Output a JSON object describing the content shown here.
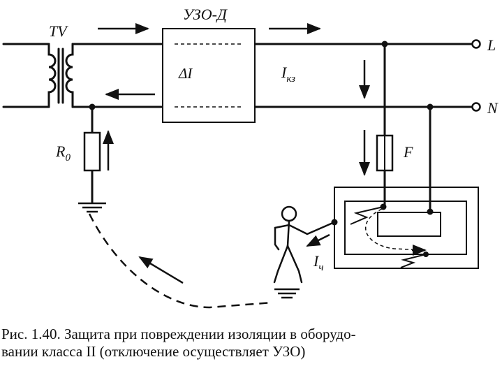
{
  "diagram": {
    "labels": {
      "transformer": "TV",
      "rcd": "УЗО-Д",
      "delta_i": "ΔI",
      "short_circuit_current": "I",
      "short_circuit_sub": "кз",
      "line_l": "L",
      "line_n": "N",
      "resistor": "R",
      "resistor_sub": "0",
      "fuse": "F",
      "body_current": "I",
      "body_current_sub": "ч"
    }
  },
  "caption": {
    "line1": "Рис. 1.40. Защита при повреждении изоляции в оборудо-",
    "line2": "вании класса II (отключение осуществляет УЗО)"
  }
}
